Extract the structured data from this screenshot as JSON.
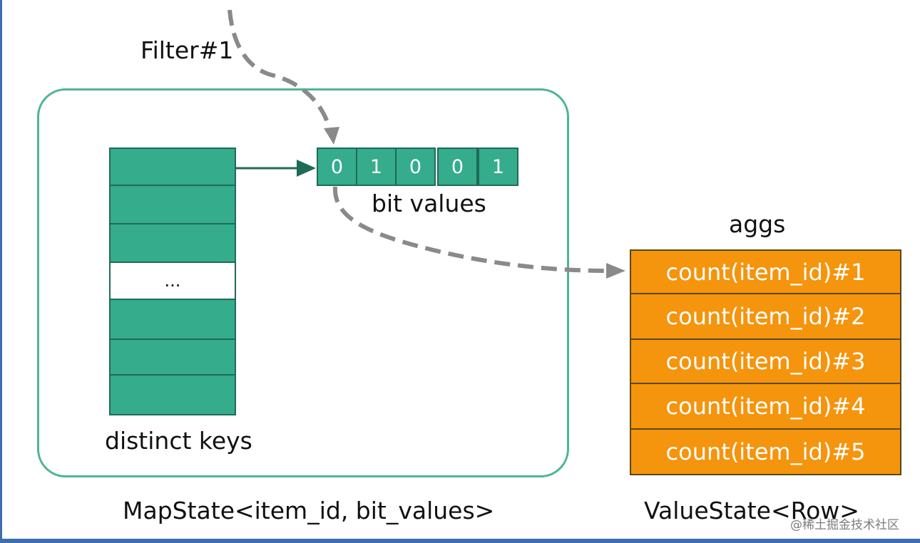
{
  "labels": {
    "filter": "Filter#1",
    "bit_values": "bit values",
    "aggs": "aggs",
    "distinct_keys": "distinct keys",
    "mapstate": "MapState<item_id, bit_values>",
    "valuestate": "ValueState<Row>"
  },
  "distinct_keys": [
    "",
    "",
    "",
    "...",
    "",
    "",
    ""
  ],
  "bits": [
    "0",
    "1",
    "0",
    "0",
    "1"
  ],
  "aggs": [
    "count(item_id)#1",
    "count(item_id)#2",
    "count(item_id)#3",
    "count(item_id)#4",
    "count(item_id)#5"
  ],
  "watermark": "@稀土掘金技术社区",
  "colors": {
    "teal_fill": "#35ac8c",
    "teal_border": "#1f6b56",
    "box_border": "#4db595",
    "orange_fill": "#f5940d",
    "dashed_arrow": "#8a8a8a"
  }
}
